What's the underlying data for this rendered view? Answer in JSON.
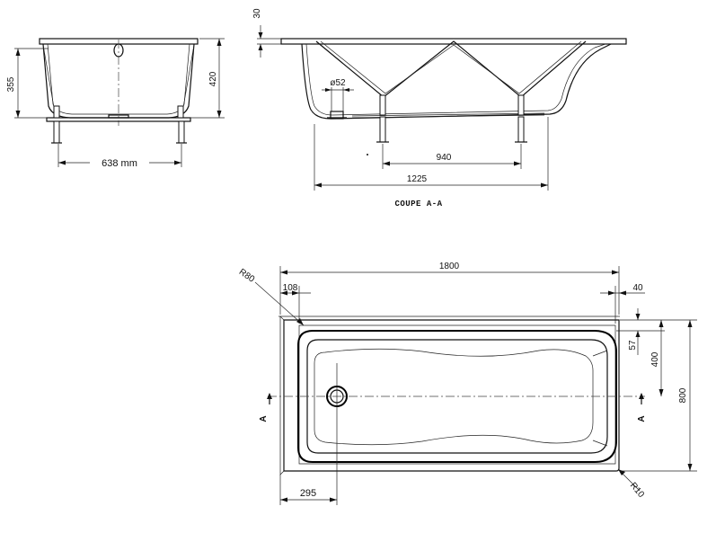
{
  "side_view": {
    "height_total": "420",
    "height_inner": "355",
    "width_label": "638 mm"
  },
  "section_view": {
    "rim_thickness": "30",
    "drain_diameter": "ø52",
    "leg_spacing": "940",
    "length_partial": "1225",
    "caption": "COUPE A-A"
  },
  "plan_view": {
    "length_total": "1800",
    "radius_corner_large": "R80",
    "offset_left": "108",
    "offset_right": "40",
    "offset_top": "57",
    "width_inner": "400",
    "width_total": "800",
    "drain_offset": "295",
    "radius_corner_small": "R10",
    "section_marker_left": "A",
    "section_marker_right": "A"
  }
}
